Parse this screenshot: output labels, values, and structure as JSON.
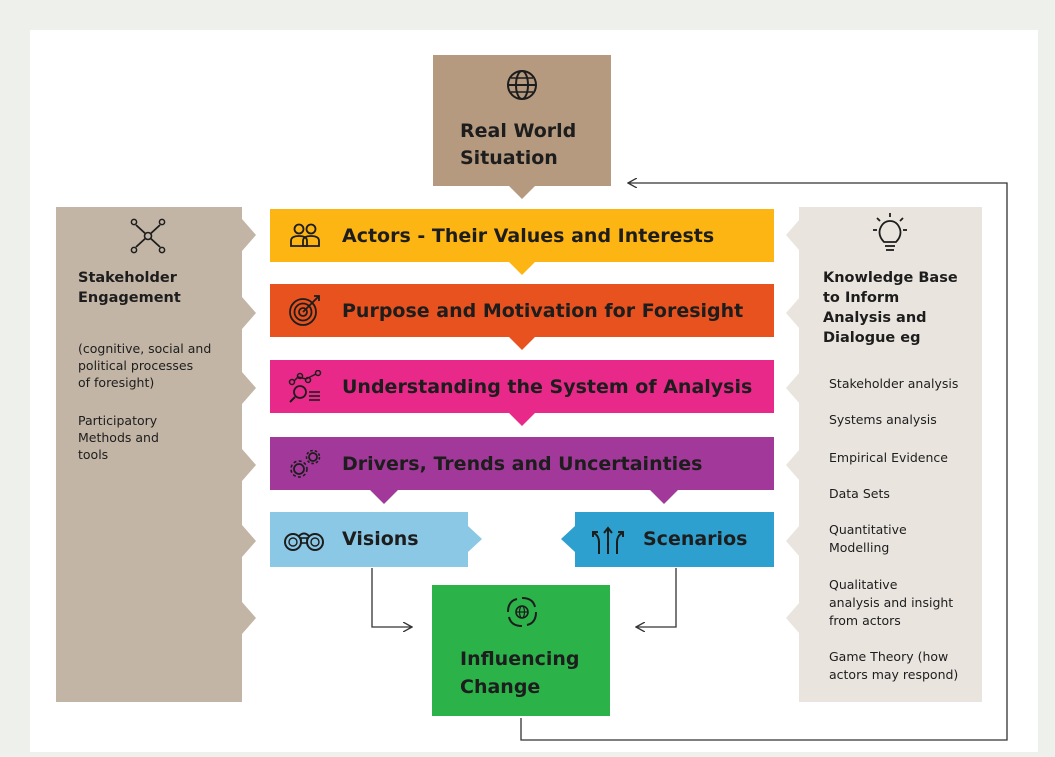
{
  "top": {
    "title_line1": "Real World",
    "title_line2": "Situation",
    "icon": "globe-icon"
  },
  "left_panel": {
    "title_line1": "Stakeholder",
    "title_line2": "Engagement",
    "note_line1": "(cognitive, social and",
    "note_line2": "political processes",
    "note_line3": "of foresight)",
    "methods_line1": "Participatory",
    "methods_line2": "Methods and",
    "methods_line3": "tools",
    "icon": "network-icon"
  },
  "right_panel": {
    "title_line1": "Knowledge Base",
    "title_line2": "to Inform",
    "title_line3": "Analysis and",
    "title_line4": "Dialogue eg",
    "icon": "lightbulb-icon",
    "items": [
      [
        "Stakeholder analysis"
      ],
      [
        "Systems analysis"
      ],
      [
        "Empirical Evidence"
      ],
      [
        "Data Sets"
      ],
      [
        "Quantitative",
        "Modelling"
      ],
      [
        "Qualitative",
        "analysis and insight",
        "from actors"
      ],
      [
        "Game Theory (how",
        "actors may respond)"
      ]
    ]
  },
  "bands": [
    {
      "label": "Actors - Their Values and Interests",
      "color": "#fdb514",
      "icon": "people-icon"
    },
    {
      "label": "Purpose and Motivation for Foresight",
      "color": "#e8521e",
      "icon": "target-icon"
    },
    {
      "label": "Understanding the System of Analysis",
      "color": "#e9298a",
      "icon": "analysis-icon"
    },
    {
      "label": "Drivers, Trends and Uncertainties",
      "color": "#a2399a",
      "icon": "gears-icon"
    }
  ],
  "visions": {
    "label": "Visions",
    "color": "#8ac8e5",
    "icon": "binoculars-icon"
  },
  "scenarios": {
    "label": "Scenarios",
    "color": "#2ea0cf",
    "icon": "diverging-arrows-icon"
  },
  "outcome": {
    "title_line1": "Influencing",
    "title_line2": "Change",
    "color": "#2bb34a",
    "icon": "globe-swirl-icon"
  },
  "colors": {
    "brown": "#b59a80",
    "left_panel": "#c2b5a5",
    "right_panel": "#e9e4de"
  }
}
